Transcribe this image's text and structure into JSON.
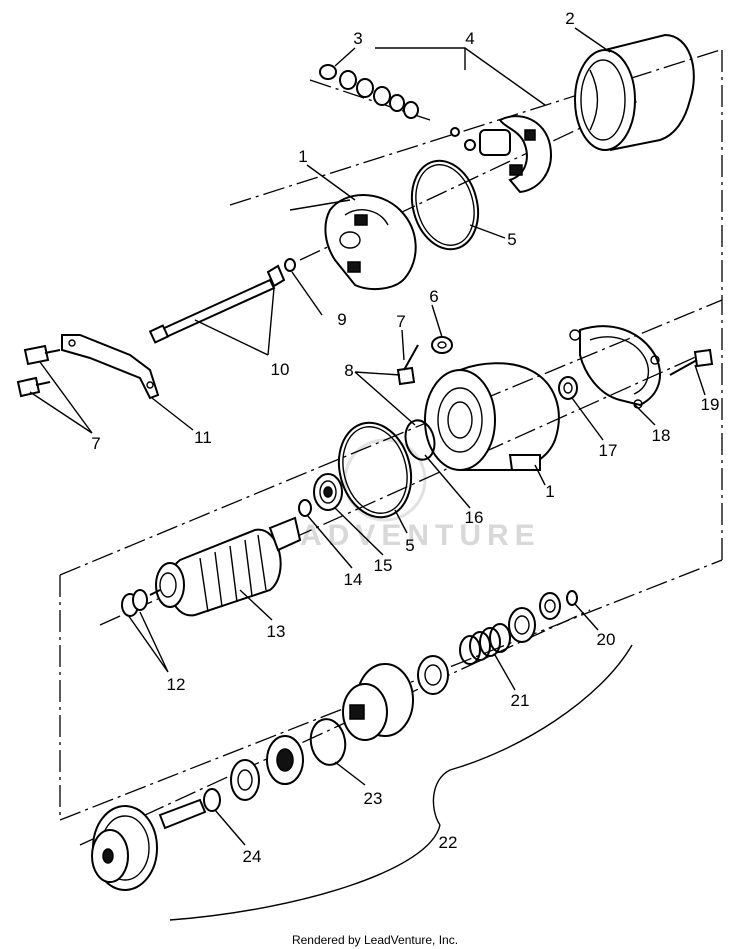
{
  "diagram": {
    "part_numbers": [
      "1",
      "2",
      "3",
      "4",
      "5",
      "6",
      "7",
      "8",
      "9",
      "10",
      "11",
      "12",
      "13",
      "14",
      "15",
      "16",
      "17",
      "18",
      "19",
      "20",
      "21",
      "22",
      "23",
      "24"
    ],
    "callouts": [
      {
        "id": "c-3",
        "text": "3"
      },
      {
        "id": "c-4",
        "text": "4"
      },
      {
        "id": "c-2",
        "text": "2"
      },
      {
        "id": "c-1a",
        "text": "1"
      },
      {
        "id": "c-5a",
        "text": "5"
      },
      {
        "id": "c-9",
        "text": "9"
      },
      {
        "id": "c-6",
        "text": "6"
      },
      {
        "id": "c-7a",
        "text": "7"
      },
      {
        "id": "c-10",
        "text": "10"
      },
      {
        "id": "c-8",
        "text": "8"
      },
      {
        "id": "c-19",
        "text": "19"
      },
      {
        "id": "c-7b",
        "text": "7"
      },
      {
        "id": "c-11",
        "text": "11"
      },
      {
        "id": "c-17",
        "text": "17"
      },
      {
        "id": "c-18",
        "text": "18"
      },
      {
        "id": "c-1b",
        "text": "1"
      },
      {
        "id": "c-16",
        "text": "16"
      },
      {
        "id": "c-5b",
        "text": "5"
      },
      {
        "id": "c-15",
        "text": "15"
      },
      {
        "id": "c-14",
        "text": "14"
      },
      {
        "id": "c-13",
        "text": "13"
      },
      {
        "id": "c-12",
        "text": "12"
      },
      {
        "id": "c-20",
        "text": "20"
      },
      {
        "id": "c-21",
        "text": "21"
      },
      {
        "id": "c-23",
        "text": "23"
      },
      {
        "id": "c-22",
        "text": "22"
      },
      {
        "id": "c-24",
        "text": "24"
      }
    ]
  },
  "watermark_text": "ADVENTURE",
  "footer": {
    "credit": "Rendered by LeadVenture, Inc."
  }
}
